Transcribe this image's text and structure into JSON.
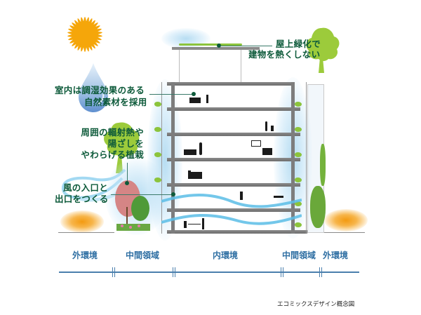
{
  "diagram": {
    "title_caption": "エコミックスデザイン概念図",
    "annotations": {
      "roof_greening": {
        "line1": "屋上緑化で",
        "line2": "建物を熱くしない"
      },
      "humidity_material": {
        "line1": "室内は調湿効果のある",
        "line2": "自然素材を採用"
      },
      "planting": {
        "line1": "周囲の輻射熱や",
        "line2": "陽ざしを",
        "line3": "やわらげる植栽"
      },
      "wind": {
        "line1": "風の入口と",
        "line2": "出口をつくる"
      }
    },
    "zones": [
      {
        "label": "外環境"
      },
      {
        "label": "中間領域"
      },
      {
        "label": "内環境"
      },
      {
        "label": "中間領域"
      },
      {
        "label": "外環境"
      }
    ],
    "icons": [
      "sun-icon",
      "water-drop-icon",
      "tree-icon",
      "wind-swirl-icon",
      "heat-glow-icon"
    ],
    "colors": {
      "annotation_text": "#0d5a3a",
      "zone_text": "#2f6fa3",
      "zone_line": "#4a7fad",
      "sun": "#f5a60a",
      "tree_green": "#9ccb3b",
      "wind_blue": "#5bbde6",
      "heat_orange": "#f39a10"
    }
  }
}
